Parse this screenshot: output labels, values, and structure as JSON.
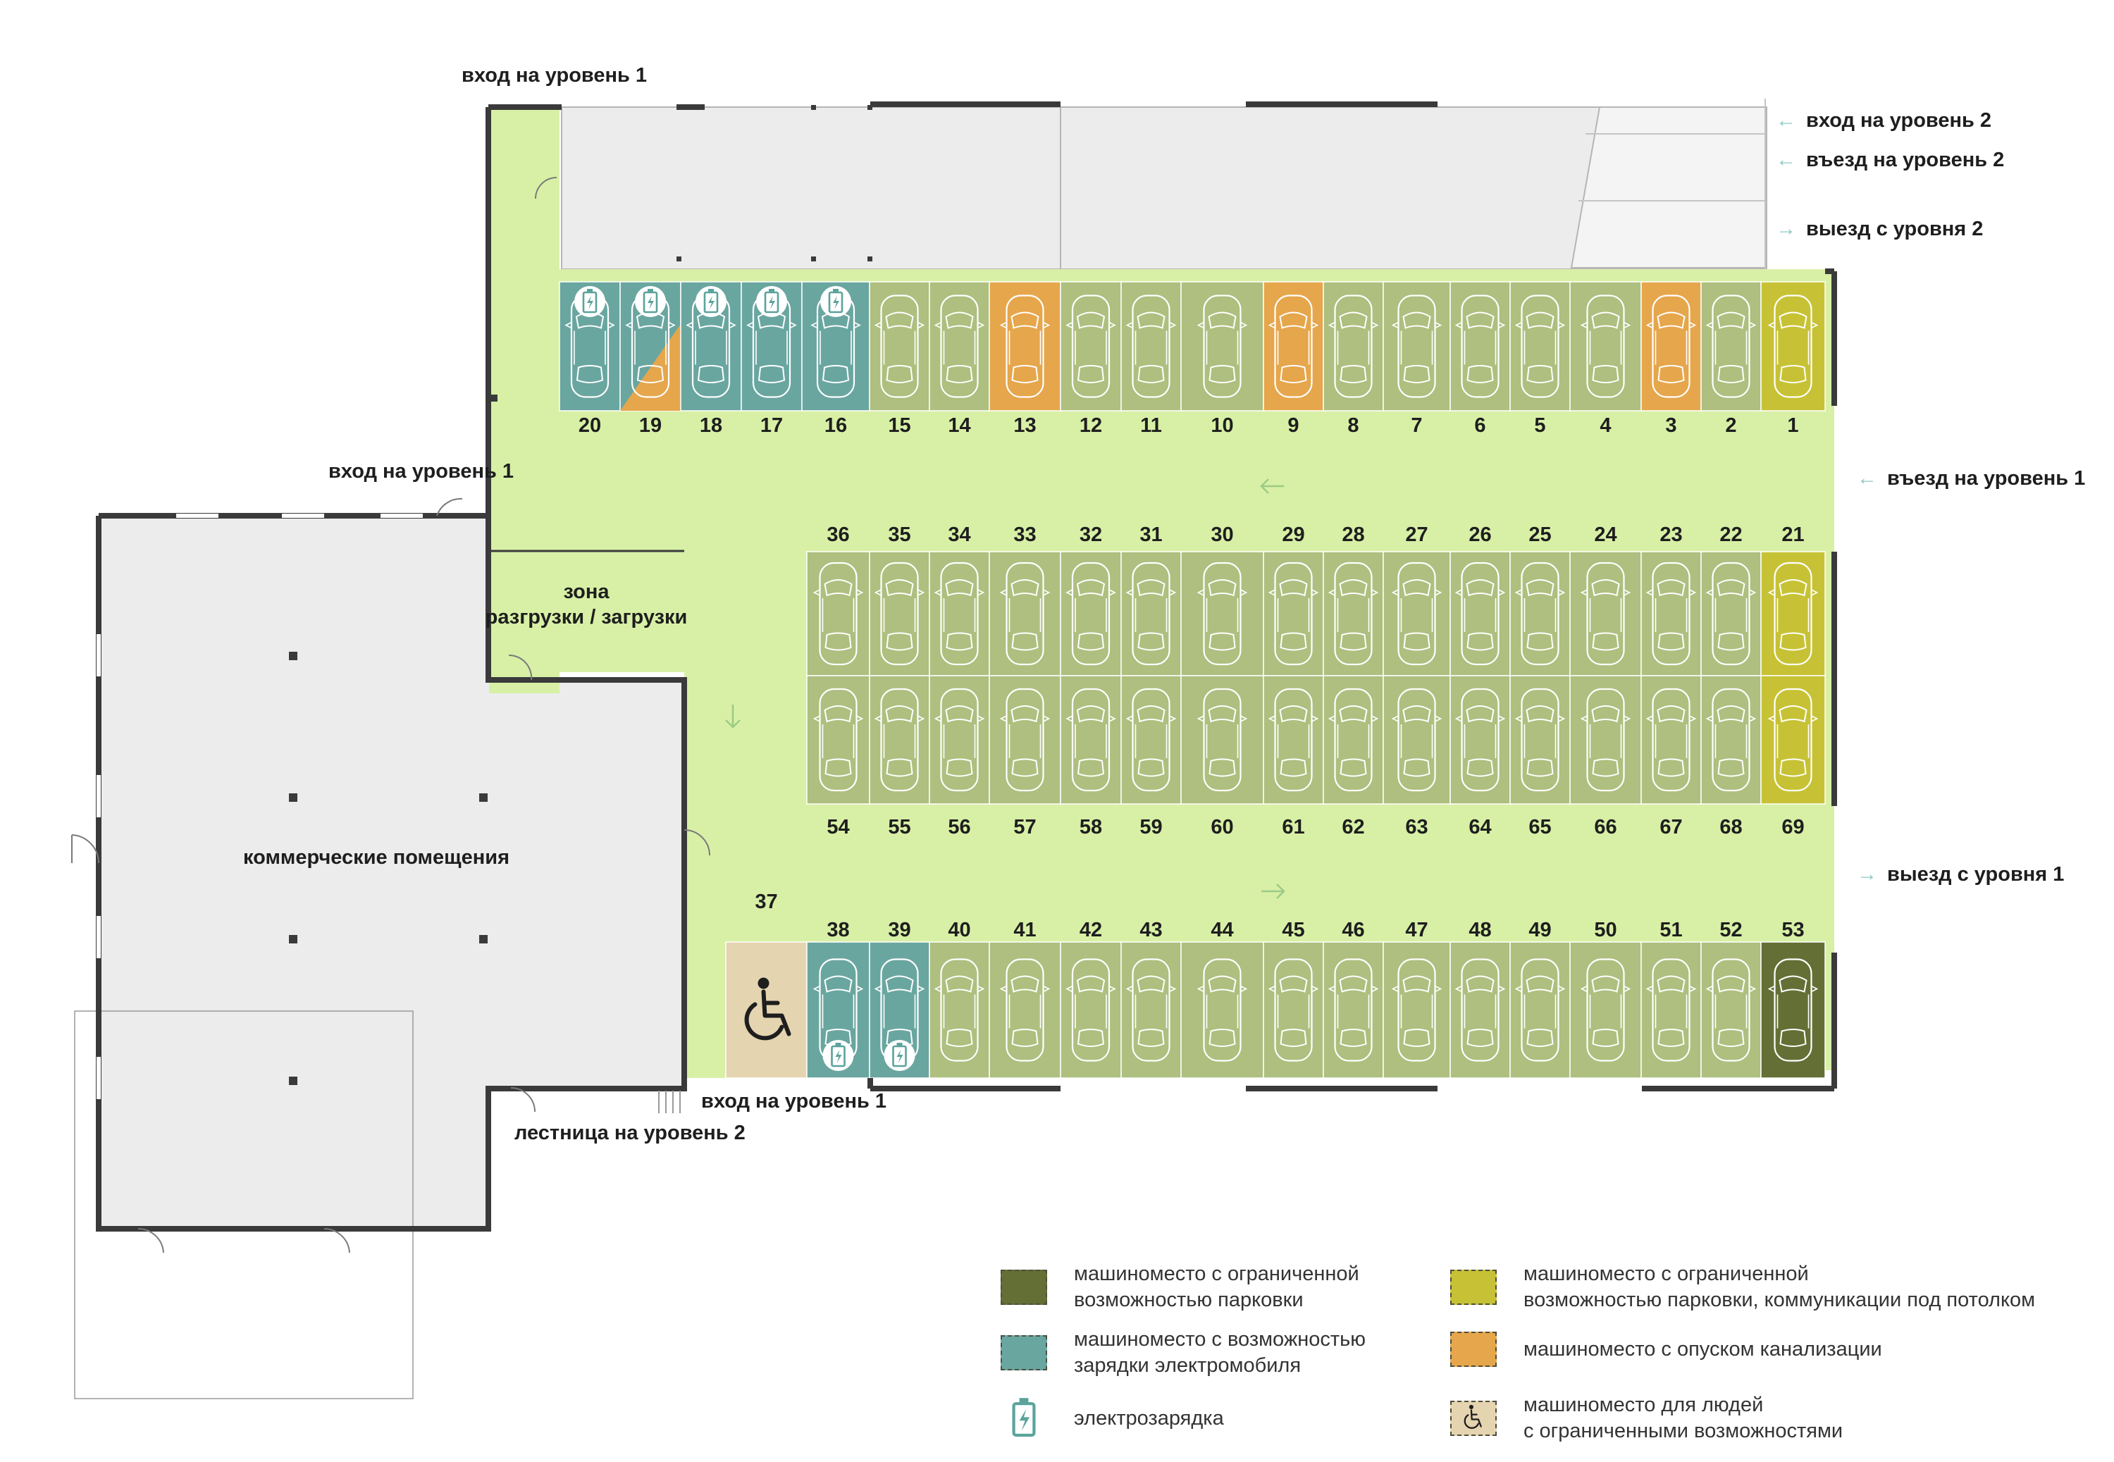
{
  "colors": {
    "driveway": "#d8f0a6",
    "standard": "#aebf7f",
    "restricted": "#636f35",
    "ev": "#6aa6a0",
    "sewer": "#e6a64c",
    "ceiling": "#c7c235",
    "disabled": "#e5d4b0",
    "building": "#ececec",
    "wall": "#3a3a3a"
  },
  "labels": {
    "entry_l1_top": "вход на уровень 1",
    "entry_l1_mid": "вход на уровень 1",
    "entry_l1_bottom": "вход на уровень 1",
    "entry_l2": "вход на уровень 2",
    "drive_in_l2": "въезд на уровень 2",
    "drive_out_l2": "выезд с уровня 2",
    "drive_in_l1": "въезд на уровень 1",
    "drive_out_l1": "выезд с уровня 1",
    "loading_zone": [
      "зона",
      "разгрузки / загрузки"
    ],
    "commercial": "коммерческие помещения",
    "stairs_l2": "лестница на уровень 2"
  },
  "arrow_glyphs": {
    "in": "←",
    "out": "→"
  },
  "rows": {
    "top": [
      {
        "num": "20",
        "type": "ev"
      },
      {
        "num": "19",
        "type": "ev_sewer"
      },
      {
        "num": "18",
        "type": "ev"
      },
      {
        "num": "17",
        "type": "ev"
      },
      {
        "num": "16",
        "type": "ev"
      },
      {
        "num": "15",
        "type": "standard"
      },
      {
        "num": "14",
        "type": "standard"
      },
      {
        "num": "13",
        "type": "sewer"
      },
      {
        "num": "12",
        "type": "standard"
      },
      {
        "num": "11",
        "type": "standard"
      },
      {
        "num": "10",
        "type": "standard"
      },
      {
        "num": "9",
        "type": "sewer"
      },
      {
        "num": "8",
        "type": "standard"
      },
      {
        "num": "7",
        "type": "standard"
      },
      {
        "num": "6",
        "type": "standard"
      },
      {
        "num": "5",
        "type": "standard"
      },
      {
        "num": "4",
        "type": "standard"
      },
      {
        "num": "3",
        "type": "sewer"
      },
      {
        "num": "2",
        "type": "standard"
      },
      {
        "num": "1",
        "type": "ceiling"
      }
    ],
    "middle_top": [
      {
        "num": "36",
        "type": "standard"
      },
      {
        "num": "35",
        "type": "standard"
      },
      {
        "num": "34",
        "type": "standard"
      },
      {
        "num": "33",
        "type": "standard"
      },
      {
        "num": "32",
        "type": "standard"
      },
      {
        "num": "31",
        "type": "standard"
      },
      {
        "num": "30",
        "type": "standard"
      },
      {
        "num": "29",
        "type": "standard"
      },
      {
        "num": "28",
        "type": "standard"
      },
      {
        "num": "27",
        "type": "standard"
      },
      {
        "num": "26",
        "type": "standard"
      },
      {
        "num": "25",
        "type": "standard"
      },
      {
        "num": "24",
        "type": "standard"
      },
      {
        "num": "23",
        "type": "standard"
      },
      {
        "num": "22",
        "type": "standard"
      },
      {
        "num": "21",
        "type": "ceiling"
      }
    ],
    "middle_bottom": [
      {
        "num": "54",
        "type": "standard"
      },
      {
        "num": "55",
        "type": "standard"
      },
      {
        "num": "56",
        "type": "standard"
      },
      {
        "num": "57",
        "type": "standard"
      },
      {
        "num": "58",
        "type": "standard"
      },
      {
        "num": "59",
        "type": "standard"
      },
      {
        "num": "60",
        "type": "standard"
      },
      {
        "num": "61",
        "type": "standard"
      },
      {
        "num": "62",
        "type": "standard"
      },
      {
        "num": "63",
        "type": "standard"
      },
      {
        "num": "64",
        "type": "standard"
      },
      {
        "num": "65",
        "type": "standard"
      },
      {
        "num": "66",
        "type": "standard"
      },
      {
        "num": "67",
        "type": "standard"
      },
      {
        "num": "68",
        "type": "standard"
      },
      {
        "num": "69",
        "type": "ceiling"
      }
    ],
    "bottom": [
      {
        "num": "37",
        "type": "disabled"
      },
      {
        "num": "38",
        "type": "ev"
      },
      {
        "num": "39",
        "type": "ev"
      },
      {
        "num": "40",
        "type": "standard"
      },
      {
        "num": "41",
        "type": "standard"
      },
      {
        "num": "42",
        "type": "standard"
      },
      {
        "num": "43",
        "type": "standard"
      },
      {
        "num": "44",
        "type": "standard"
      },
      {
        "num": "45",
        "type": "standard"
      },
      {
        "num": "46",
        "type": "standard"
      },
      {
        "num": "47",
        "type": "standard"
      },
      {
        "num": "48",
        "type": "standard"
      },
      {
        "num": "49",
        "type": "standard"
      },
      {
        "num": "50",
        "type": "standard"
      },
      {
        "num": "51",
        "type": "standard"
      },
      {
        "num": "52",
        "type": "standard"
      },
      {
        "num": "53",
        "type": "restricted"
      }
    ]
  },
  "legend": {
    "restricted": [
      "машиноместо с ограниченной",
      "возможностью парковки"
    ],
    "ev": [
      "машиноместо с возможностью",
      "зарядки электромобиля"
    ],
    "charger": [
      "электрозарядка"
    ],
    "ceiling": [
      "машиноместо с ограниченной",
      "возможностью парковки, коммуникации под потолком"
    ],
    "sewer": [
      "машиноместо с опуском канализации"
    ],
    "disabled": [
      "машиноместо для людей",
      "с ограниченными возможностями"
    ]
  },
  "legend_icons": {
    "charger": "battery-charge-icon",
    "disabled": "wheelchair-icon",
    "car": "car-top-view-icon"
  }
}
